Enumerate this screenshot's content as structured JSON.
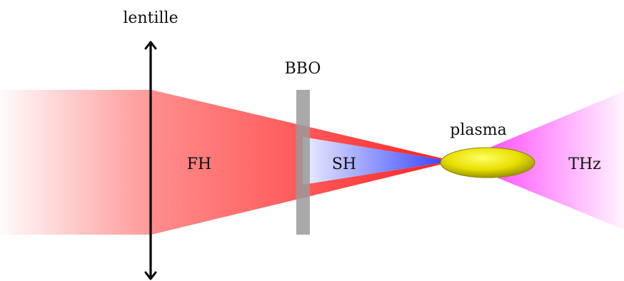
{
  "labels": {
    "lens": "lentille",
    "crystal": "BBO",
    "fundamental": "FH",
    "second_harmonic": "SH",
    "plasma": "plasma",
    "terahertz": "THz"
  },
  "colors": {
    "fundamental_beam": "#ff3030",
    "second_harmonic_beam": "#2f3dff",
    "terahertz_beam": "#ff2bff",
    "crystal": "#9a9a9a",
    "plasma_fill": "#e8e000",
    "plasma_edge": "#8a8600",
    "lens_line": "#000000"
  }
}
